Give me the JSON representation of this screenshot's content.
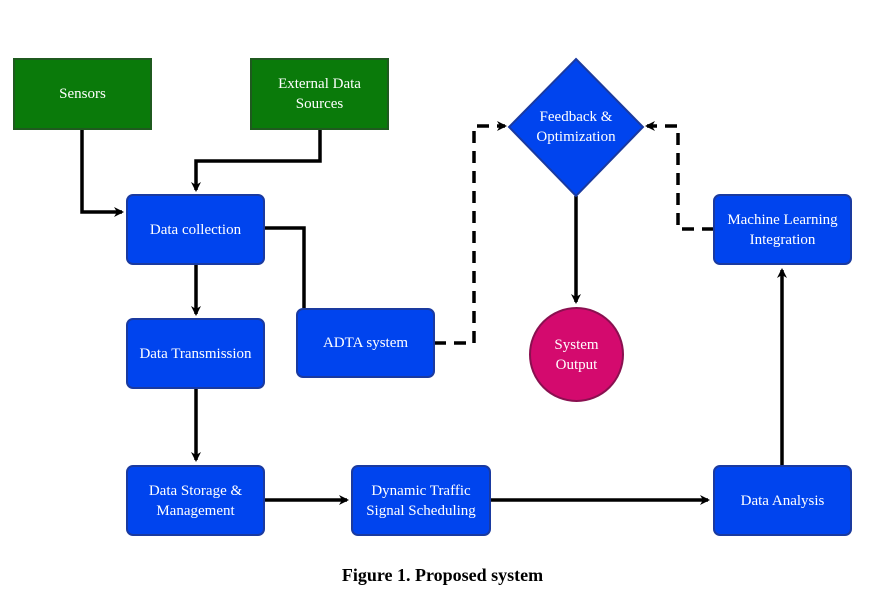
{
  "colors": {
    "source_fill": "#0a7a0a",
    "process_fill": "#0044ee",
    "decision_fill": "#0044ee",
    "output_fill": "#d40a6e",
    "connector": "#000000"
  },
  "nodes": {
    "sensors": "Sensors",
    "external_data_sources": "External Data\nSources",
    "data_collection": "Data collection",
    "data_transmission": "Data Transmission",
    "adta_system": "ADTA system",
    "data_storage": "Data Storage &\nManagement",
    "dynamic_traffic": "Dynamic Traffic\nSignal Scheduling",
    "data_analysis": "Data Analysis",
    "machine_learning": "Machine Learning\nIntegration",
    "feedback": "Feedback &\nOptimization",
    "system_output": "System\nOutput"
  },
  "caption": "Figure 1. Proposed system"
}
